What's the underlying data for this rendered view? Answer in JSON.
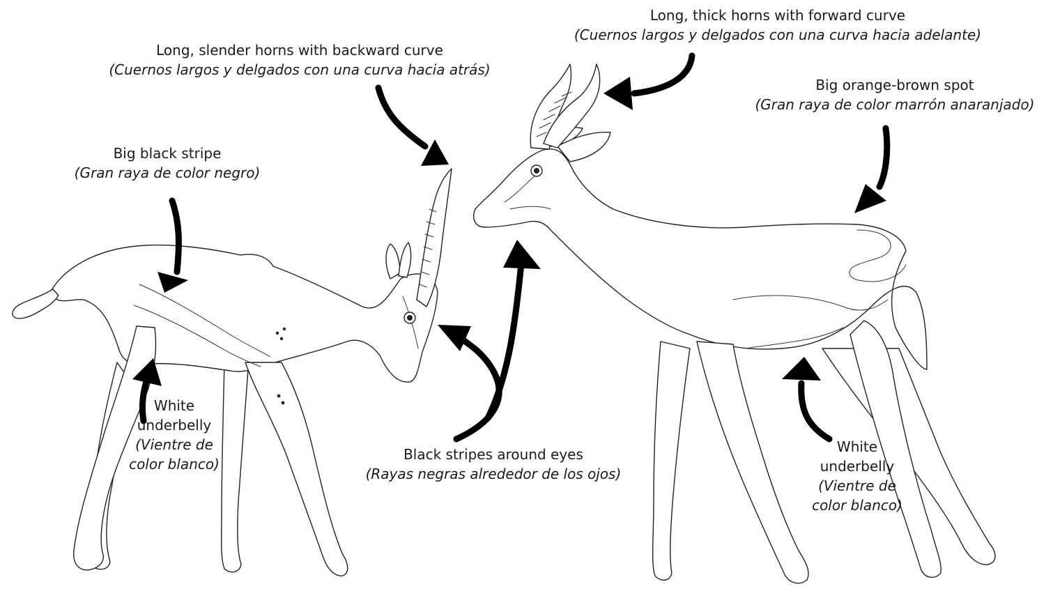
{
  "labels": {
    "slender_horns": {
      "en": "Long, slender horns with backward curve",
      "es": "(Cuernos largos y delgados con una curva hacia atrás)"
    },
    "thick_horns": {
      "en": "Long, thick horns with forward curve",
      "es": "(Cuernos largos y delgados con una curva hacia adelante)"
    },
    "orange_spot": {
      "en": "Big orange-brown spot",
      "es": "(Gran raya de color marrón anaranjado)"
    },
    "black_stripe": {
      "en": "Big black stripe",
      "es": "(Gran raya de color negro)"
    },
    "eye_stripes": {
      "en": "Black stripes around eyes",
      "es": "(Rayas negras alrededor de los ojos)"
    },
    "underbelly_left": {
      "en_1": "White",
      "en_2": "underbelly",
      "es_1": "(Vientre de",
      "es_2": "color blanco)"
    },
    "underbelly_right": {
      "en_1": "White",
      "en_2": "underbelly",
      "es_1": "(Vientre de",
      "es_2": "color blanco)"
    }
  },
  "colors": {
    "line": "#222222",
    "arrow": "#000000",
    "text": "#1a1a1a",
    "background": "#ffffff"
  }
}
